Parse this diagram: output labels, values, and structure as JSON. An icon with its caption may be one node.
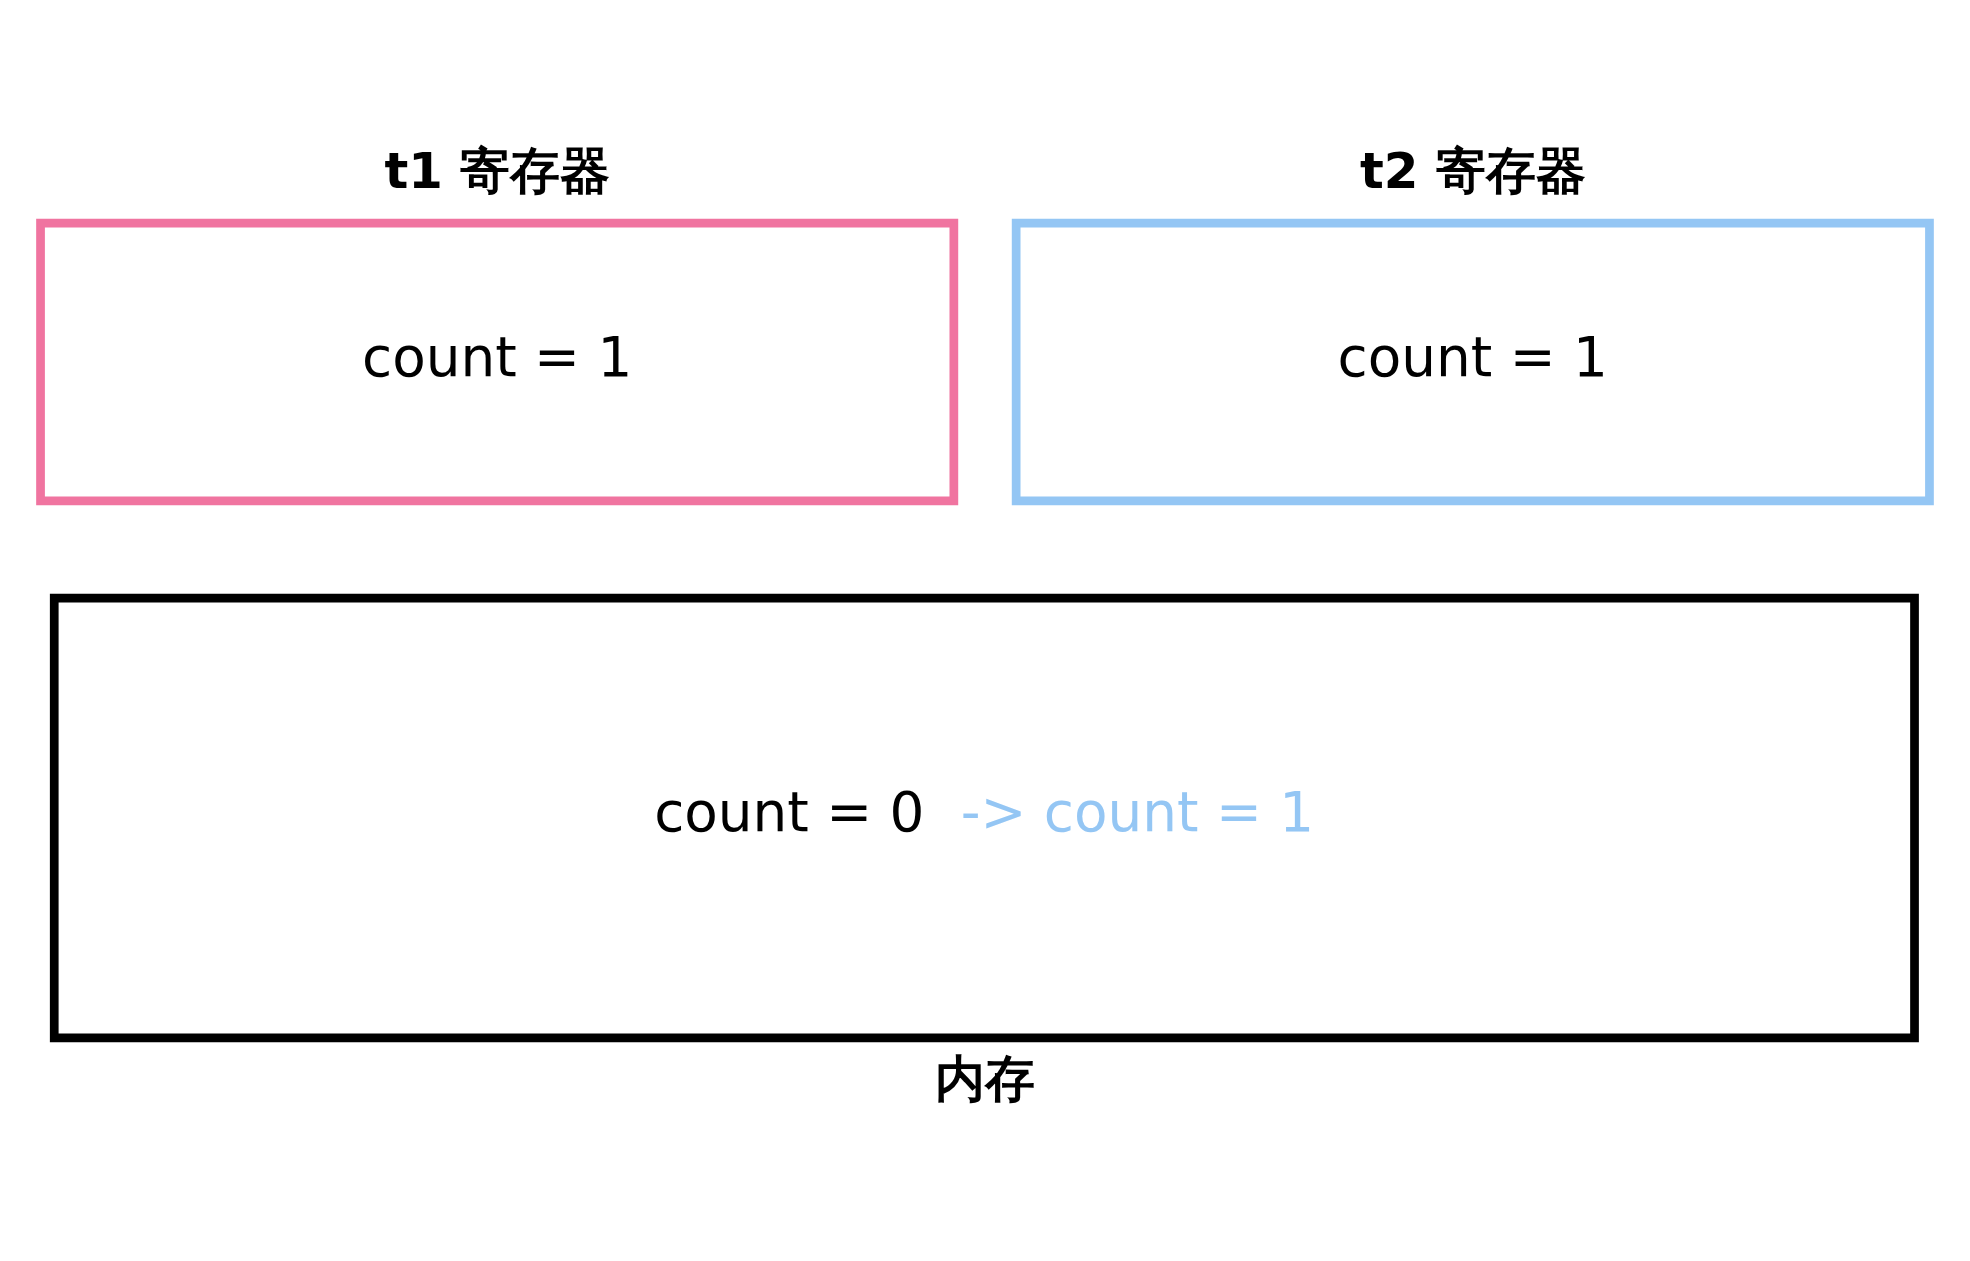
{
  "diagram": {
    "nodes": [
      {
        "text": [
          "t1 寄存器",
          "count = 1"
        ]
      },
      {
        "text": [
          "t2 寄存器",
          "count = 1"
        ]
      },
      {
        "text": [
          "count = 0",
          "-> count = 1",
          "内存"
        ]
      }
    ],
    "edges": []
  }
}
